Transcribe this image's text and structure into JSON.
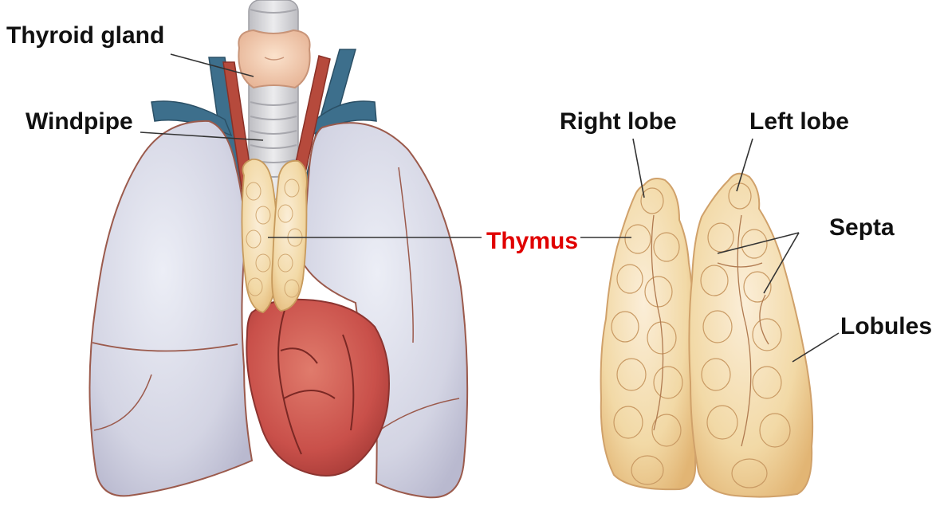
{
  "labels": {
    "thyroid_gland": "Thyroid gland",
    "windpipe": "Windpipe",
    "thymus": "Thymus",
    "right_lobe": "Right lobe",
    "left_lobe": "Left lobe",
    "septa": "Septa",
    "lobules": "Lobules"
  },
  "colors": {
    "label_text": "#111111",
    "thymus_label": "#e00000",
    "leader_line": "#333333",
    "lung_fill": "#d7d8e6",
    "lung_edge": "#9b5a4c",
    "trachea": "#d8d8da",
    "thyroid": "#f1c8a8",
    "vein": "#3d6f8c",
    "artery": "#b64a3c",
    "thymus_tissue": "#f2d9a6",
    "heart": "#c9504a"
  }
}
